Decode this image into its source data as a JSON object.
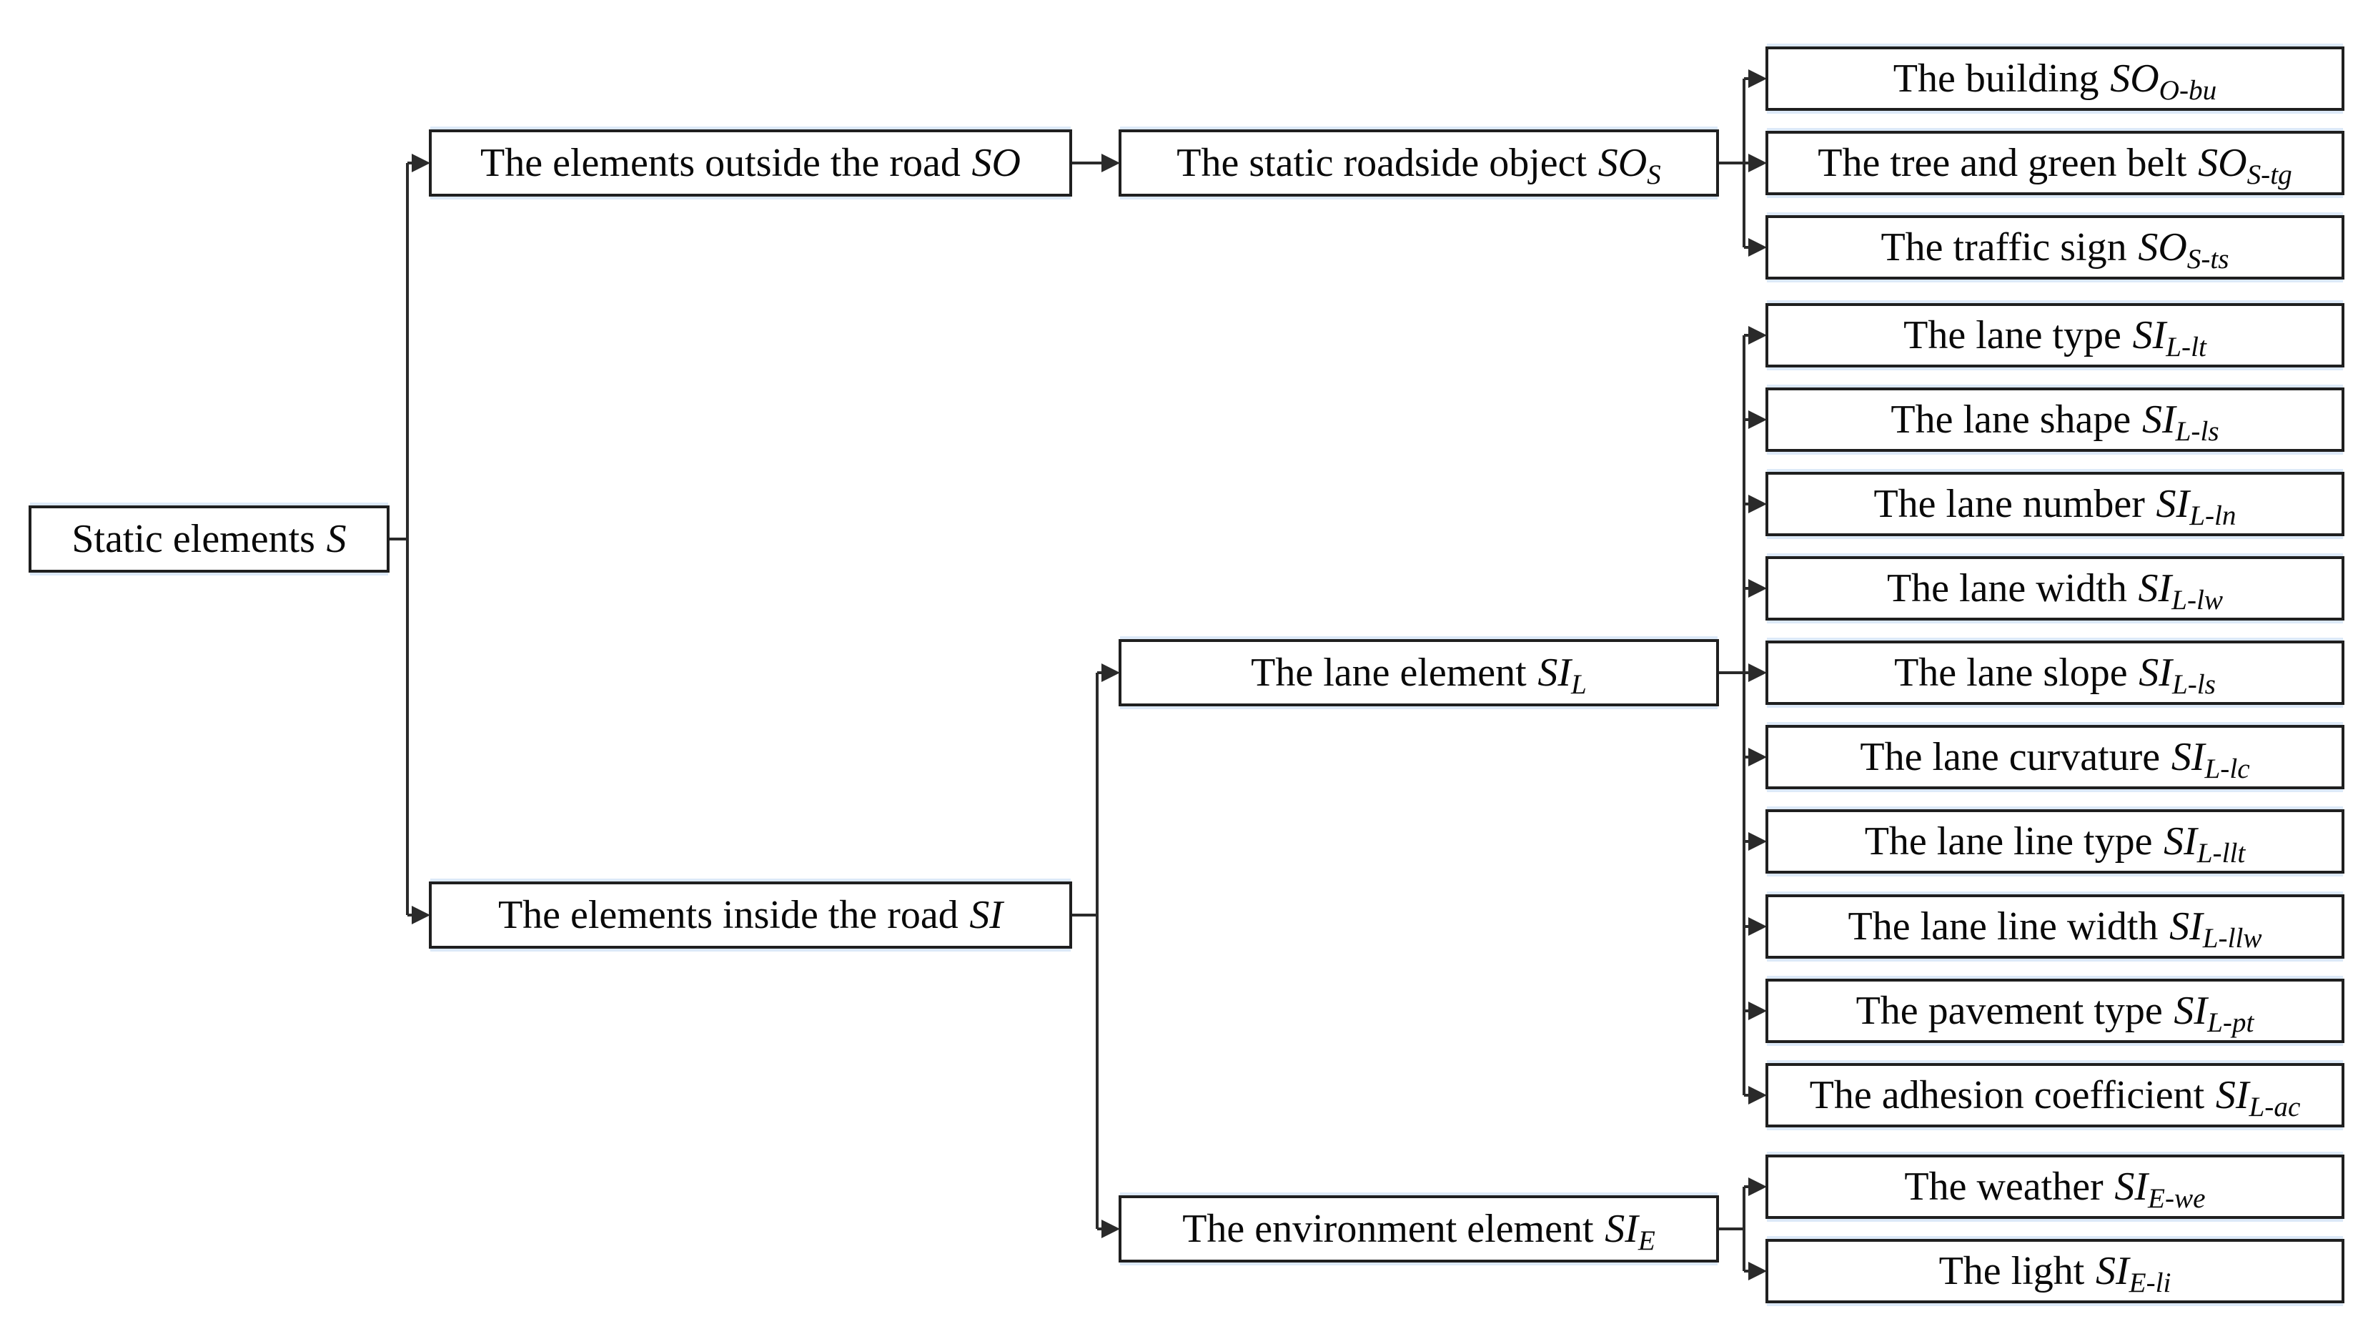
{
  "diagram": {
    "nodes": [
      {
        "id": "static-elements",
        "text": "Static elements",
        "symbol": "S",
        "sub": ""
      },
      {
        "id": "elements-outside-road",
        "text": "The elements outside the road",
        "symbol": "SO",
        "sub": ""
      },
      {
        "id": "elements-inside-road",
        "text": "The elements inside the road",
        "symbol": "SI",
        "sub": ""
      },
      {
        "id": "static-roadside-object",
        "text": "The static roadside object",
        "symbol": "SO",
        "sub": "S"
      },
      {
        "id": "lane-element",
        "text": "The lane element",
        "symbol": "SI",
        "sub": "L"
      },
      {
        "id": "environment-element",
        "text": "The environment element",
        "symbol": "SI",
        "sub": "E"
      },
      {
        "id": "building",
        "text": "The building",
        "symbol": "SO",
        "sub": "O-bu"
      },
      {
        "id": "tree-and-green-belt",
        "text": "The tree and green belt",
        "symbol": "SO",
        "sub": "S-tg"
      },
      {
        "id": "traffic-sign",
        "text": "The traffic sign",
        "symbol": "SO",
        "sub": "S-ts"
      },
      {
        "id": "lane-type",
        "text": "The lane type",
        "symbol": "SI",
        "sub": "L-lt"
      },
      {
        "id": "lane-shape",
        "text": "The lane shape",
        "symbol": "SI",
        "sub": "L-ls"
      },
      {
        "id": "lane-number",
        "text": "The lane number",
        "symbol": "SI",
        "sub": "L-ln"
      },
      {
        "id": "lane-width",
        "text": "The lane width",
        "symbol": "SI",
        "sub": "L-lw"
      },
      {
        "id": "lane-slope",
        "text": "The lane slope",
        "symbol": "SI",
        "sub": "L-ls"
      },
      {
        "id": "lane-curvature",
        "text": "The lane curvature",
        "symbol": "SI",
        "sub": "L-lc"
      },
      {
        "id": "lane-line-type",
        "text": "The lane line type",
        "symbol": "SI",
        "sub": "L-llt"
      },
      {
        "id": "lane-line-width",
        "text": "The lane line width",
        "symbol": "SI",
        "sub": "L-llw"
      },
      {
        "id": "pavement-type",
        "text": "The pavement type",
        "symbol": "SI",
        "sub": "L-pt"
      },
      {
        "id": "adhesion-coefficient",
        "text": "The adhesion coefficient",
        "symbol": "SI",
        "sub": "L-ac"
      },
      {
        "id": "weather",
        "text": "The weather",
        "symbol": "SI",
        "sub": "E-we"
      },
      {
        "id": "light",
        "text": "The light",
        "symbol": "SI",
        "sub": "E-li"
      }
    ],
    "edges": [
      {
        "from": "static-elements",
        "to": "elements-outside-road"
      },
      {
        "from": "static-elements",
        "to": "elements-inside-road"
      },
      {
        "from": "elements-outside-road",
        "to": "static-roadside-object"
      },
      {
        "from": "static-roadside-object",
        "to": "building"
      },
      {
        "from": "static-roadside-object",
        "to": "tree-and-green-belt"
      },
      {
        "from": "static-roadside-object",
        "to": "traffic-sign"
      },
      {
        "from": "elements-inside-road",
        "to": "lane-element"
      },
      {
        "from": "elements-inside-road",
        "to": "environment-element"
      },
      {
        "from": "lane-element",
        "to": "lane-type"
      },
      {
        "from": "lane-element",
        "to": "lane-shape"
      },
      {
        "from": "lane-element",
        "to": "lane-number"
      },
      {
        "from": "lane-element",
        "to": "lane-width"
      },
      {
        "from": "lane-element",
        "to": "lane-slope"
      },
      {
        "from": "lane-element",
        "to": "lane-curvature"
      },
      {
        "from": "lane-element",
        "to": "lane-line-type"
      },
      {
        "from": "lane-element",
        "to": "lane-line-width"
      },
      {
        "from": "lane-element",
        "to": "pavement-type"
      },
      {
        "from": "lane-element",
        "to": "adhesion-coefficient"
      },
      {
        "from": "environment-element",
        "to": "weather"
      },
      {
        "from": "environment-element",
        "to": "light"
      }
    ]
  },
  "colors": {
    "background": "#ffffff",
    "line": "#2a2a2a",
    "box_border": "#1f1f1f",
    "box_fill": "#ffffff",
    "halo": "#dce9f8"
  }
}
